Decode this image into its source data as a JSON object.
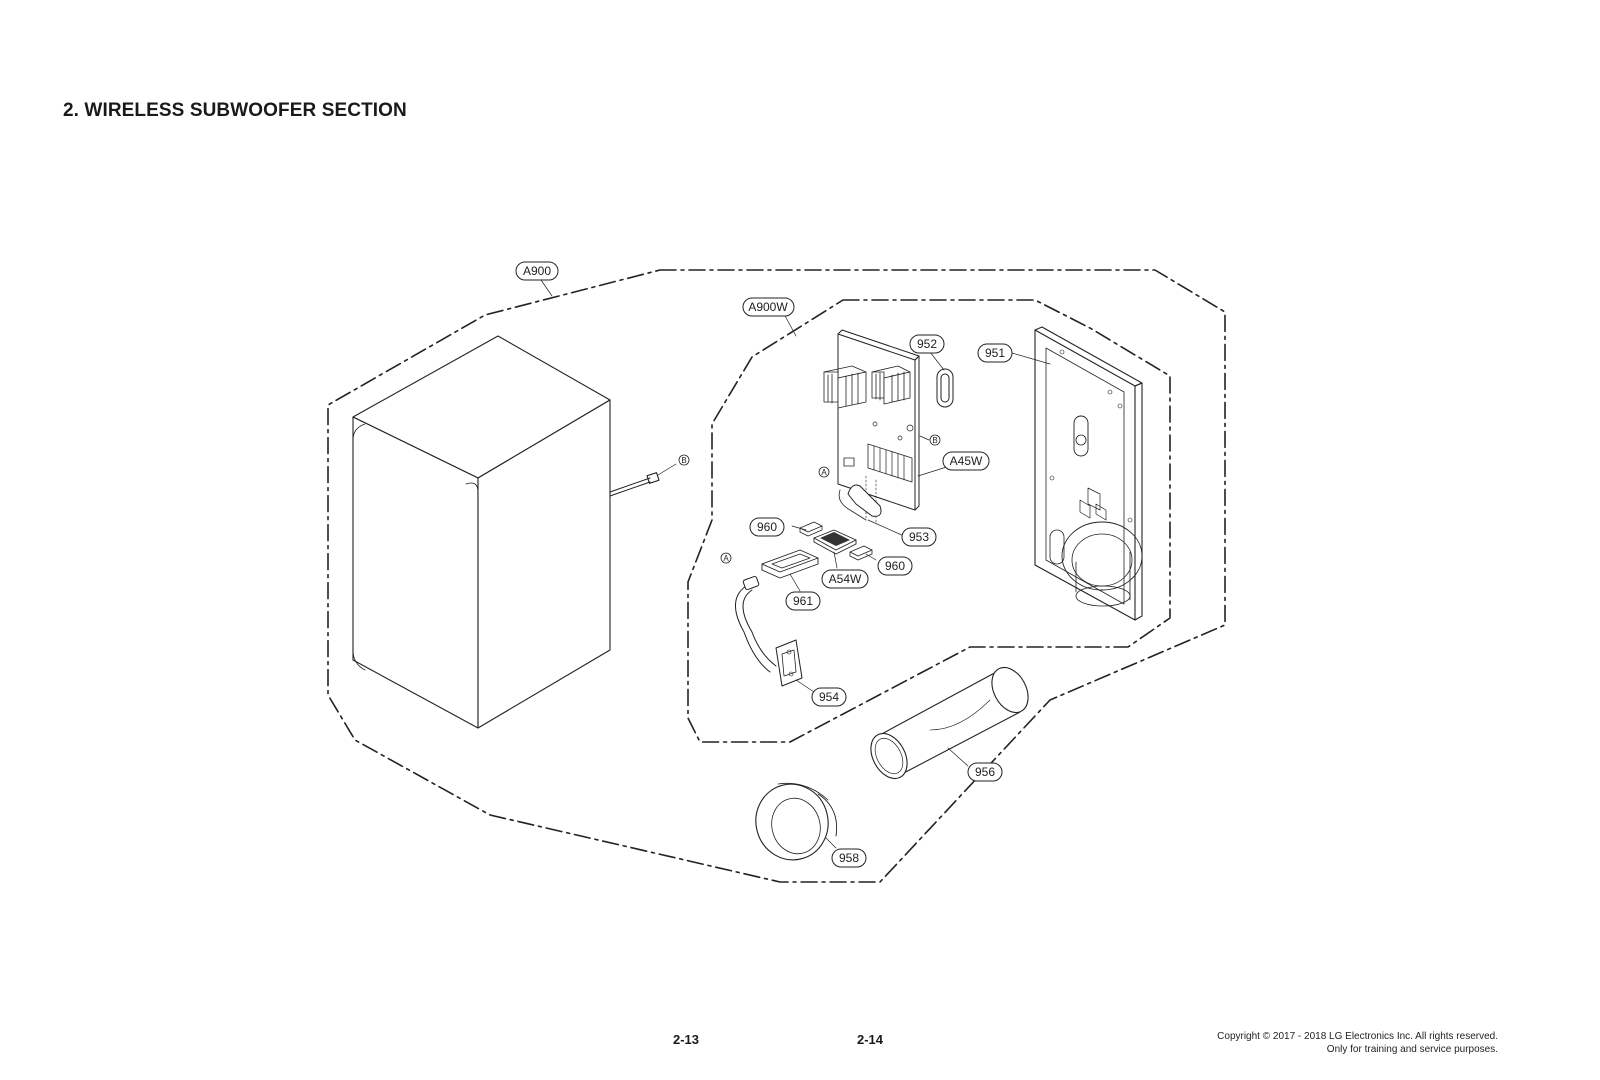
{
  "title": "2. WIRELESS SUBWOOFER SECTION",
  "pages": {
    "left": "2-13",
    "right": "2-14"
  },
  "copyright": {
    "line1": "Copyright © 2017 - 2018 LG Electronics Inc. All rights reserved.",
    "line2": "Only for training and service purposes."
  },
  "callouts": {
    "a900": "A900",
    "a900w": "A900W",
    "p952": "952",
    "p951": "951",
    "a45w": "A45W",
    "p960a": "960",
    "p953": "953",
    "p960b": "960",
    "a54w": "A54W",
    "p961": "961",
    "p954": "954",
    "p956": "956",
    "p958": "958"
  },
  "refs": {
    "b_cabinet": "B",
    "a_board": "A",
    "b_board": "B",
    "a_cable": "A"
  }
}
